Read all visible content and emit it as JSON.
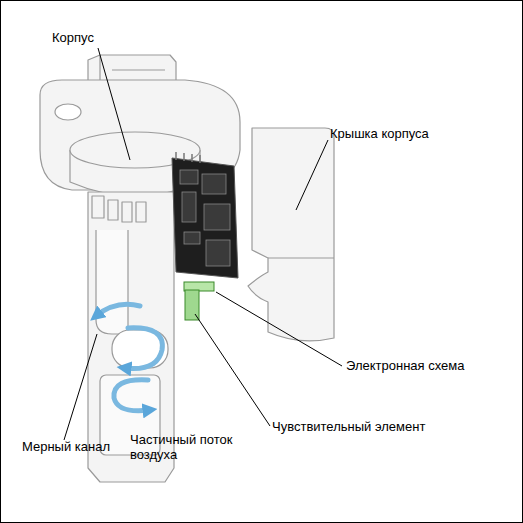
{
  "diagram": {
    "labels": [
      "Корпус",
      "Крышка корпуса",
      "Электронная схема",
      "Чувствительный элемент",
      "Мерный канал",
      "Частичный поток воздуха"
    ]
  }
}
